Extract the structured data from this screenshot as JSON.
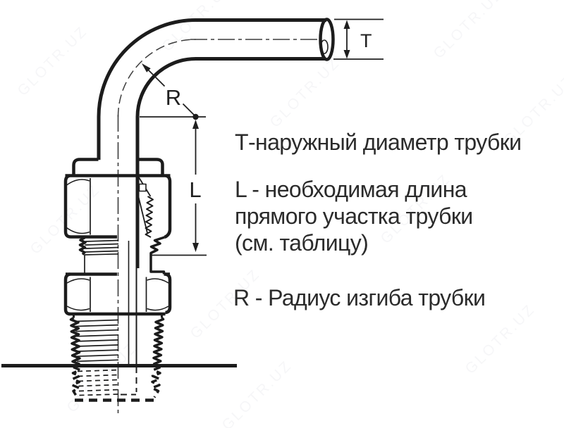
{
  "diagram": {
    "dimension_labels": {
      "t": "T",
      "r": "R",
      "l": "L"
    }
  },
  "legend": {
    "t_definition": "Т-наружный диаметр трубки",
    "l_definition_line1": "L - необходимая длина",
    "l_definition_line2": "прямого участка трубки",
    "l_definition_line3": "(см. таблицу)",
    "r_definition": "R - Радиус изгиба трубки"
  },
  "watermark": {
    "text": "GLOTR.UZ"
  },
  "colors": {
    "ink": "#1c1c1c",
    "paper": "#ffffff",
    "text": "#2b2b2b"
  }
}
